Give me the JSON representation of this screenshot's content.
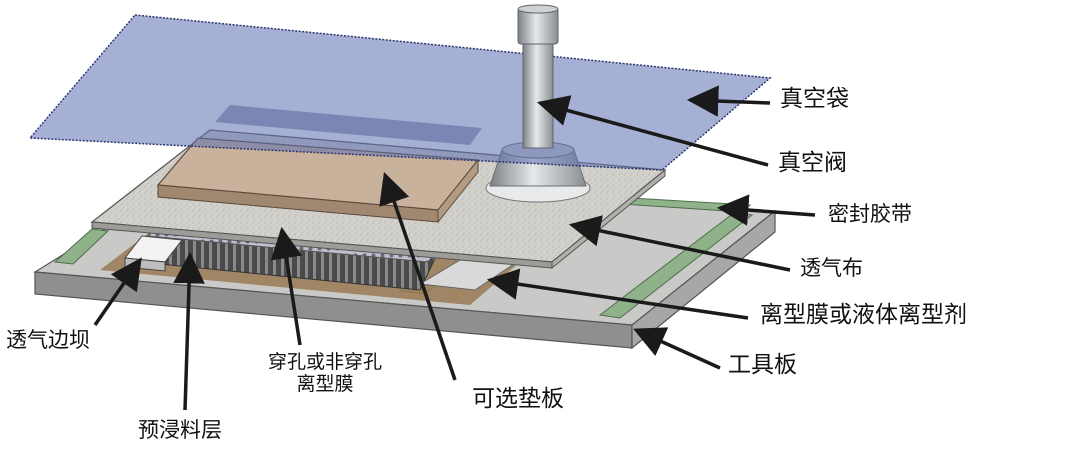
{
  "labels": {
    "vacuum_bag": "真空袋",
    "vacuum_valve": "真空阀",
    "sealant_tape": "密封胶带",
    "breather": "透气布",
    "release_film": "离型膜或液体离型剂",
    "tool_plate": "工具板",
    "breather_dam": "透气边坝",
    "perforated_film_line1": "穿孔或非穿孔",
    "perforated_film_line2": "离型膜",
    "caul_plate": "可选垫板",
    "prepreg": "预浸料层"
  },
  "colors": {
    "tool_plate": "#c7c8c5",
    "breather": "#d2d1cc",
    "caul_plate": "#c9b29b",
    "sealant_tape": "#8fb28a",
    "vacuum_bag": "#5d6fb0",
    "release_layer": "#9a7a55",
    "arrow": "#1a1a1a"
  }
}
